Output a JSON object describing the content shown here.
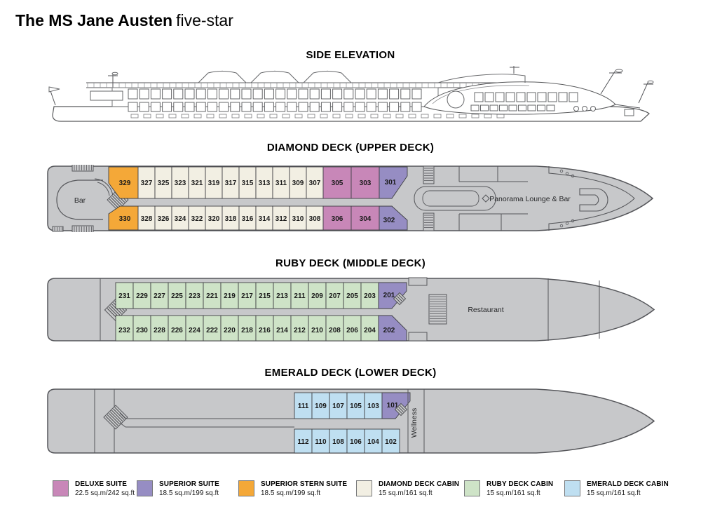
{
  "title": {
    "bold": "The MS Jane Austen",
    "light": "five-star"
  },
  "headings": {
    "side": "SIDE ELEVATION",
    "diamond": "DIAMOND DECK (UPPER DECK)",
    "ruby": "RUBY DECK (MIDDLE DECK)",
    "emerald": "EMERALD DECK (LOWER DECK)"
  },
  "colors": {
    "deluxe": "#c887b8",
    "superior": "#968dc3",
    "stern_suite": "#f4a838",
    "diamond_cabin": "#f2efe3",
    "ruby_cabin": "#cee3c7",
    "emerald_cabin": "#bfdff1",
    "deck": "#c7c8ca",
    "outline": "#55565a",
    "cabin_border": "#404144"
  },
  "decks": {
    "diamond": {
      "rooms": {
        "bar": "Bar",
        "panorama": "Panorama Lounge & Bar"
      },
      "top": {
        "stern": "329",
        "standard": [
          "327",
          "325",
          "323",
          "321",
          "319",
          "317",
          "315",
          "313",
          "311",
          "309",
          "307"
        ],
        "deluxe": [
          "305",
          "303"
        ],
        "suite": "301"
      },
      "bottom": {
        "stern": "330",
        "standard": [
          "328",
          "326",
          "324",
          "322",
          "320",
          "318",
          "316",
          "314",
          "312",
          "310",
          "308"
        ],
        "deluxe": [
          "306",
          "304"
        ],
        "suite": "302"
      }
    },
    "ruby": {
      "rooms": {
        "restaurant": "Restaurant"
      },
      "top": {
        "standard": [
          "231",
          "229",
          "227",
          "225",
          "223",
          "221",
          "219",
          "217",
          "215",
          "213",
          "211",
          "209",
          "207",
          "205",
          "203"
        ],
        "suite": "201"
      },
      "bottom": {
        "standard": [
          "232",
          "230",
          "228",
          "226",
          "224",
          "222",
          "220",
          "218",
          "216",
          "214",
          "212",
          "210",
          "208",
          "206",
          "204"
        ],
        "suite": "202"
      }
    },
    "emerald": {
      "rooms": {
        "wellness": "Wellness"
      },
      "top": {
        "standard": [
          "111",
          "109",
          "107",
          "105",
          "103"
        ],
        "suite": "101"
      },
      "bottom": {
        "standard": [
          "112",
          "110",
          "108",
          "106",
          "104",
          "102"
        ]
      }
    }
  },
  "legend": [
    {
      "label": "DELUXE SUITE",
      "size": "22.5 sq.m/242 sq.ft",
      "color_key": "deluxe"
    },
    {
      "label": "SUPERIOR SUITE",
      "size": "18.5 sq.m/199 sq.ft",
      "color_key": "superior"
    },
    {
      "label": "SUPERIOR STERN SUITE",
      "size": "18.5 sq.m/199 sq.ft",
      "color_key": "stern_suite"
    },
    {
      "label": "DIAMOND DECK CABIN",
      "size": "15 sq.m/161 sq.ft",
      "color_key": "diamond_cabin"
    },
    {
      "label": "RUBY DECK CABIN",
      "size": "15 sq.m/161 sq.ft",
      "color_key": "ruby_cabin"
    },
    {
      "label": "EMERALD DECK CABIN",
      "size": "15 sq.m/161 sq.ft",
      "color_key": "emerald_cabin"
    }
  ]
}
